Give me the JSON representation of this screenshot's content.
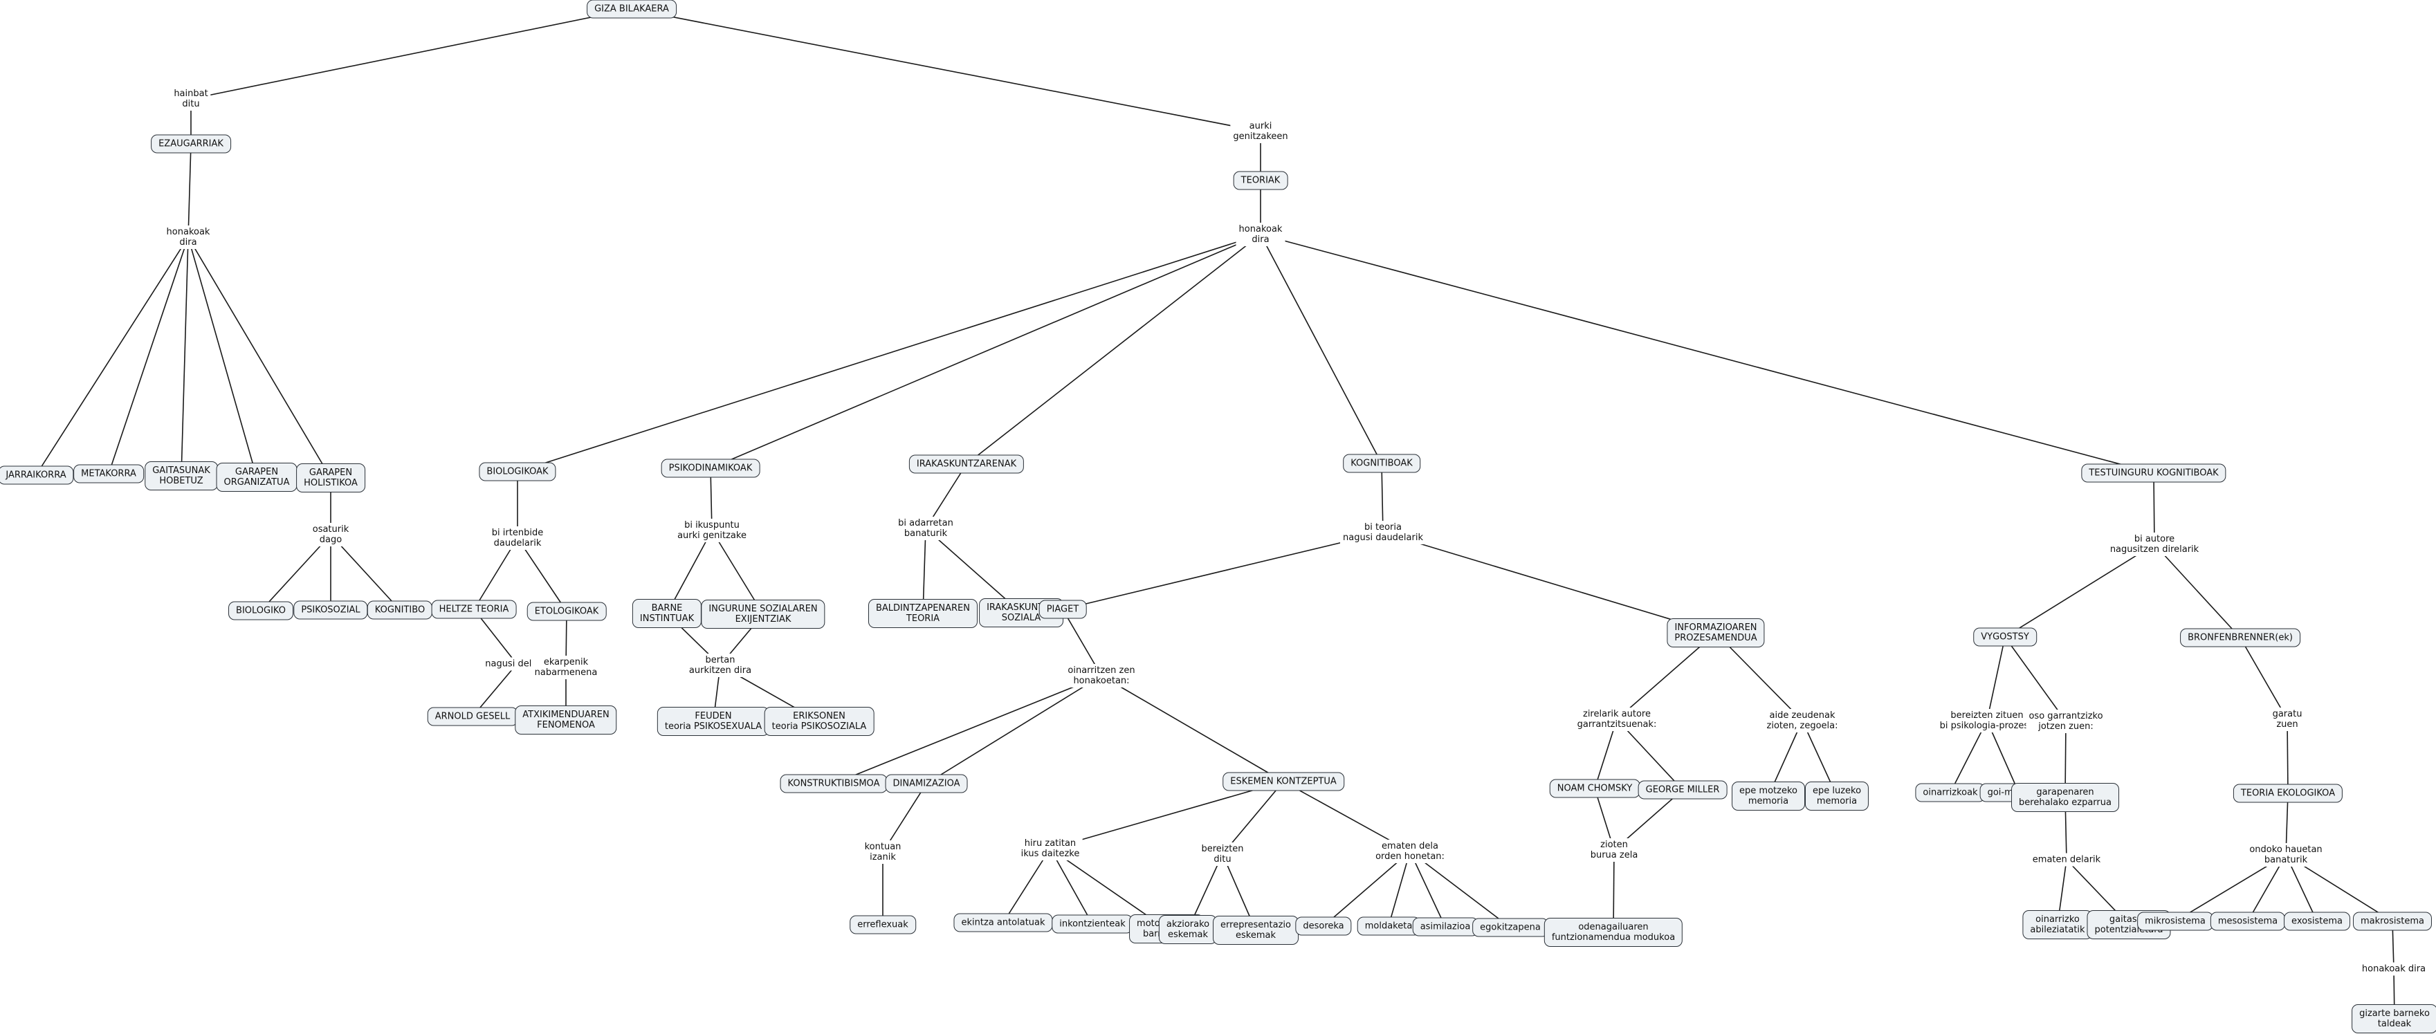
{
  "concept_map": {
    "nodes": {
      "giza": "GIZA BILAKAERA",
      "ezaugarriak": "EZAUGARRIAK",
      "teoriak": "TEORIAK",
      "jarraikorra": "JARRAIKORRA",
      "metakorra": "METAKORRA",
      "gaitasunak": "GAITASUNAK\nHOBETUZ",
      "garapen_org": "GARAPEN\nORGANIZATUA",
      "garapen_hol": "GARAPEN\nHOLISTIKOA",
      "biologiko": "BIOLOGIKO",
      "psikosozial": "PSIKOSOZIAL",
      "kognitibo": "KOGNITIBO",
      "biologikoak": "BIOLOGIKOAK",
      "psikodinamikoak": "PSIKODINAMIKOAK",
      "irakaskuntzarenak": "IRAKASKUNTZARENAK",
      "kognitiboak": "KOGNITIBOAK",
      "testuinguru": "TESTUINGURU KOGNITIBOAK",
      "heltze": "HELTZE TEORIA",
      "etologikoak": "ETOLOGIKOAK",
      "arnold": "ARNOLD GESELL",
      "atxikimendu": "ATXIKIMENDUAREN\nFENOMENOA",
      "barne": "BARNE\nINSTINTUAK",
      "ingurune": "INGURUNE SOZIALAREN\nEXIJENTZIAK",
      "feuden": "FEUDEN\nteoria PSIKOSEXUALA",
      "eriksonen": "ERIKSONEN\nteoria PSIKOSOZIALA",
      "baldintza": "BALDINTZAPENAREN\nTEORIA",
      "irak_soziala": "IRAKASKUNTZA\nSOZIALA",
      "piaget": "PIAGET",
      "informazio": "INFORMAZIOAREN\nPROZESAMENDUA",
      "konstruktibismoa": "KONSTRUKTIBISMOA",
      "dinamizazioa": "DINAMIZAZIOA",
      "eskemen": "ESKEMEN KONTZEPTUA",
      "erreflexuak": "erreflexuak",
      "ekintza": "ekintza antolatuak",
      "inkontzienteak": "inkontzienteak",
      "motoreak": "motoreak ala\nbarnekoak",
      "akziorako": "akziorako\neskemak",
      "errepresentazio": "errepresentazio\neskemak",
      "desoreka": "desoreka",
      "moldaketa": "moldaketa",
      "asimilazioa": "asimilazioa",
      "egokitzapena": "egokitzapena",
      "noam": "NOAM CHOMSKY",
      "george": "GEORGE MILLER",
      "odenagailu": "odenagailuaren\nfuntzionamendua modukoa",
      "epe_motzeko": "epe motzeko\nmemoria",
      "epe_luzeko": "epe luzeko\nmemoria",
      "vygostsy": "VYGOSTSY",
      "bronfen": "BRONFENBRENNER(ek)",
      "oinarrizkoak": "oinarrizkoak",
      "goi_maila": "goi-mailakoak",
      "garapenaren": "garapenaren\nberehalako ezparrua",
      "oinarrizko_abil": "oinarrizko\nabileziatatik",
      "gaitasun_pot": "gaitasun\npotentzialetara",
      "teoria_eko": "TEORIA EKOLOGIKOA",
      "mikrosistema": "mikrosistema",
      "mesosistema": "mesosistema",
      "exosistema": "exosistema",
      "makrosistema": "makrosistema",
      "gizarte": "gizarte barneko\ntaldeak"
    },
    "links": {
      "hainbat": "hainbat\nditu",
      "aurki": "aurki\ngenitzakeen",
      "honakoak_ezau": "honakoak\ndira",
      "honakoak_teo": "honakoak\ndira",
      "osaturik": "osaturik\ndago",
      "bi_irtenbide": "bi irtenbide\ndaudelarik",
      "bi_ikuspuntu": "bi ikuspuntu\naurki genitzake",
      "bi_adarretan": "bi adarretan\nbanaturik",
      "bi_teoria": "bi teoria\nnagusi daudelarik",
      "bi_autore": "bi autore\nnagusitzen direlarik",
      "nagusi_delarik": "nagusi delarik",
      "ekarpenik": "ekarpenik\nnabarmenena",
      "bertan": "bertan\naurkitzen dira",
      "oinarritzen": "oinarritzen zen\nhonakoetan:",
      "kontuan": "kontuan\nizanik",
      "hiru": "hiru zatitan\nikus daitezke",
      "bereizten_ditu": "bereizten\nditu",
      "ematen_orden": "ematen dela\norden honetan:",
      "zirelarik": "zirelarik autore\ngarrantzitsuenak:",
      "aide": "aide zeudenak\nzioten, zegoela:",
      "zioten": "zioten\nburua zela",
      "bereizten_zituen": "bereizten zituen\nbi psikologia-prozesu",
      "oso_garrantzizko": "oso garrantzizko\njotzen zuen:",
      "ematen_delarik": "ematen delarik",
      "garatu": "garatu\nzuen",
      "ondoko": "ondoko hauetan\nbanaturik",
      "honakoak_dira": "honakoak dira"
    }
  }
}
